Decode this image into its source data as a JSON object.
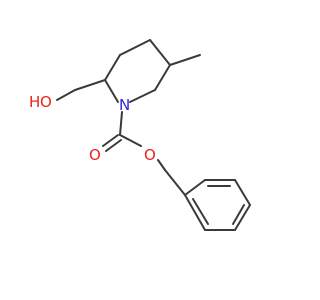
{
  "molecule": {
    "atoms": {
      "hydroxyl_o": {
        "element": "O",
        "label": "O"
      },
      "hydroxyl_h": {
        "element": "H",
        "label": "H"
      },
      "ring_n": {
        "element": "N",
        "label": "N"
      },
      "carbonyl_o": {
        "element": "O",
        "label": "O"
      },
      "ester_o": {
        "element": "O",
        "label": "O"
      }
    },
    "colors": {
      "bond": "#3a3a3a",
      "oxygen": "#e8241c",
      "nitrogen": "#2a2ae0"
    }
  }
}
